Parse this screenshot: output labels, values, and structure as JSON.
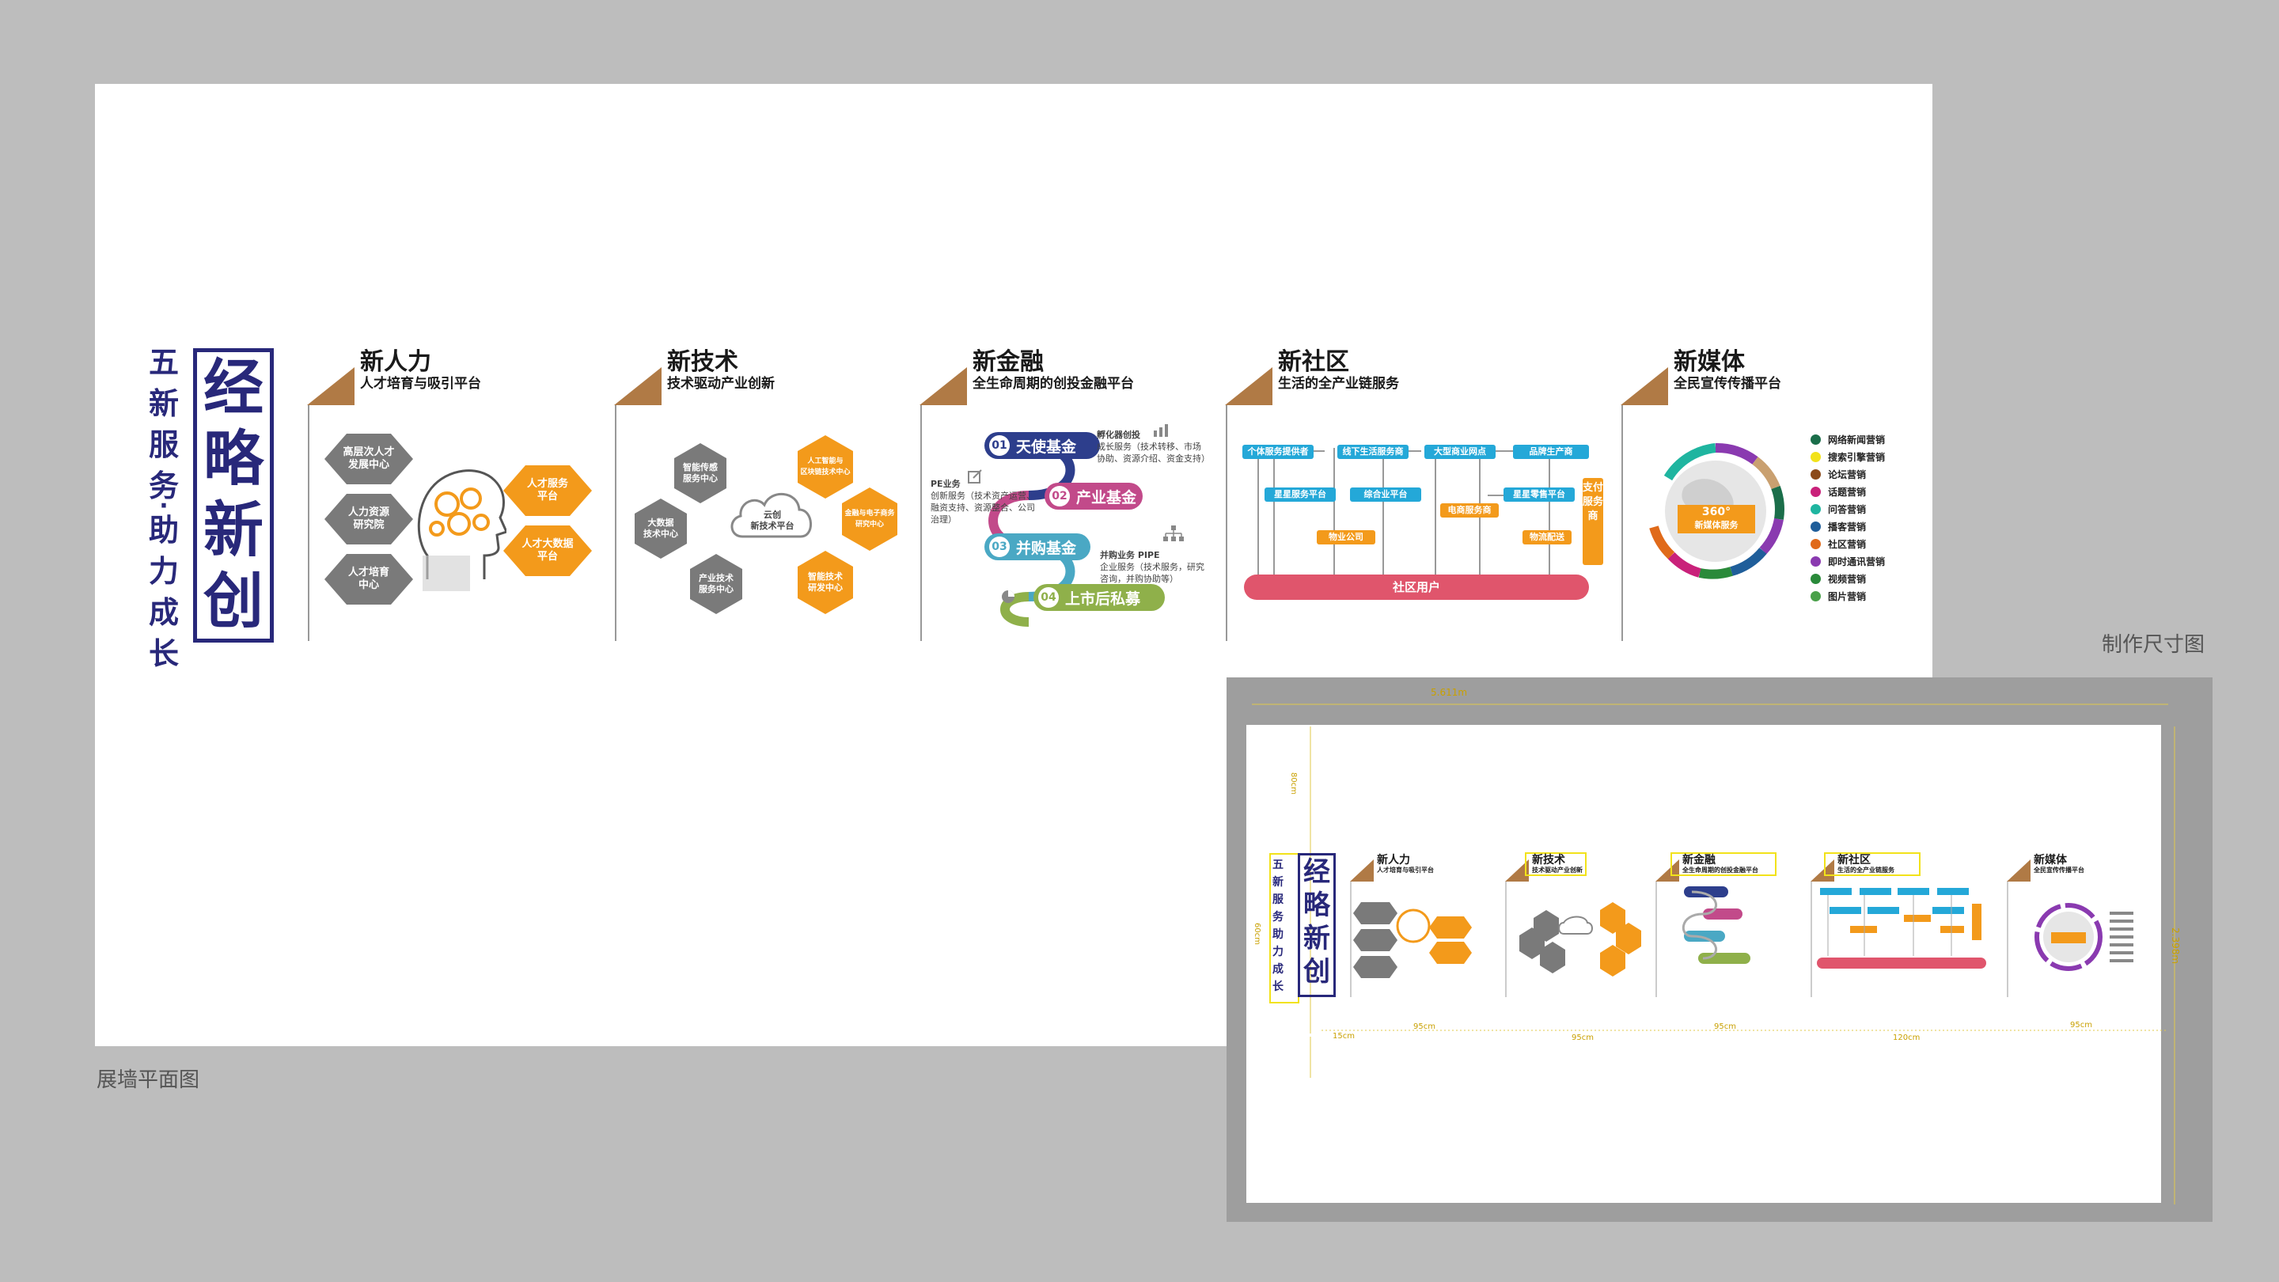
{
  "labels": {
    "wall_plan": "展墙平面图",
    "production_size": "制作尺寸图"
  },
  "brand": {
    "vertical_left": "五新服务",
    "vertical_dot": "·",
    "vertical_right": "助力成长",
    "logo_text": "经略新创"
  },
  "sections": [
    {
      "title": "新人力",
      "subtitle": "人才培育与吸引平台"
    },
    {
      "title": "新技术",
      "subtitle": "技术驱动产业创新"
    },
    {
      "title": "新金融",
      "subtitle": "全生命周期的创投金融平台"
    },
    {
      "title": "新社区",
      "subtitle": "生活的全产业链服务"
    },
    {
      "title": "新媒体",
      "subtitle": "全民宣传传播平台"
    }
  ],
  "hr": {
    "gray": [
      "高层次人才\n发展中心",
      "人力资源\n研究院",
      "人才培育\n中心"
    ],
    "orange": [
      "人才服务\n平台",
      "人才大数据\n平台"
    ]
  },
  "tech": {
    "center": "云创\n新技术平台",
    "gray": [
      "智能传感\n服务中心",
      "大数据\n技术中心",
      "产业技术\n服务中心"
    ],
    "orange": [
      "人工智能与\n区块链技术中心",
      "金融与电子商务\n研究中心",
      "智能技术\n研发中心"
    ]
  },
  "finance": {
    "steps": [
      {
        "num": "01",
        "label": "天使基金"
      },
      {
        "num": "02",
        "label": "产业基金"
      },
      {
        "num": "03",
        "label": "并购基金"
      },
      {
        "num": "04",
        "label": "上市后私募"
      }
    ],
    "notes": {
      "hatch_title": "孵化器创投",
      "hatch_body": "成长服务（技术转移、市场协助、资源介绍、资金支持）",
      "pe_title": "PE业务",
      "pe_body": "创新服务（技术资产运营、融资支持、资源整合、公司治理）",
      "ma_title": "并购业务 PIPE",
      "ma_body": "企业服务（技术服务，研究咨询，并购协助等）"
    }
  },
  "community": {
    "row1": [
      "个体服务提供者",
      "线下生活服务商",
      "大型商业网点",
      "品牌生产商"
    ],
    "row2": [
      "星星服务平台",
      "综合业平台",
      "星星零售平台"
    ],
    "row3": [
      "物业公司",
      "电商服务商",
      "物流配送"
    ],
    "side": "支付服务商",
    "base": "社区用户"
  },
  "media": {
    "center_big": "360°",
    "center_small": "新媒体服务",
    "legend": [
      {
        "label": "网络新闻营销",
        "color": "#1b6e4a"
      },
      {
        "label": "搜索引擎营销",
        "color": "#f2e21a"
      },
      {
        "label": "论坛营销",
        "color": "#8b4a1a"
      },
      {
        "label": "话题营销",
        "color": "#c9217a"
      },
      {
        "label": "问答营销",
        "color": "#1fb5a0"
      },
      {
        "label": "播客营销",
        "color": "#1f5e9a"
      },
      {
        "label": "社区营销",
        "color": "#e06a1a"
      },
      {
        "label": "即时通讯营销",
        "color": "#8a3ab0"
      },
      {
        "label": "视频营销",
        "color": "#2a8a3a"
      },
      {
        "label": "图片营销",
        "color": "#4aa04a"
      }
    ]
  },
  "dims": {
    "total_width": "5.611m",
    "total_height": "2.398m",
    "top_margin": "80cm",
    "h_side": "60cm",
    "seg1": "95cm",
    "seg2": "95cm",
    "seg3": "95cm",
    "seg4": "120cm",
    "seg5": "95cm",
    "left": "15cm"
  }
}
